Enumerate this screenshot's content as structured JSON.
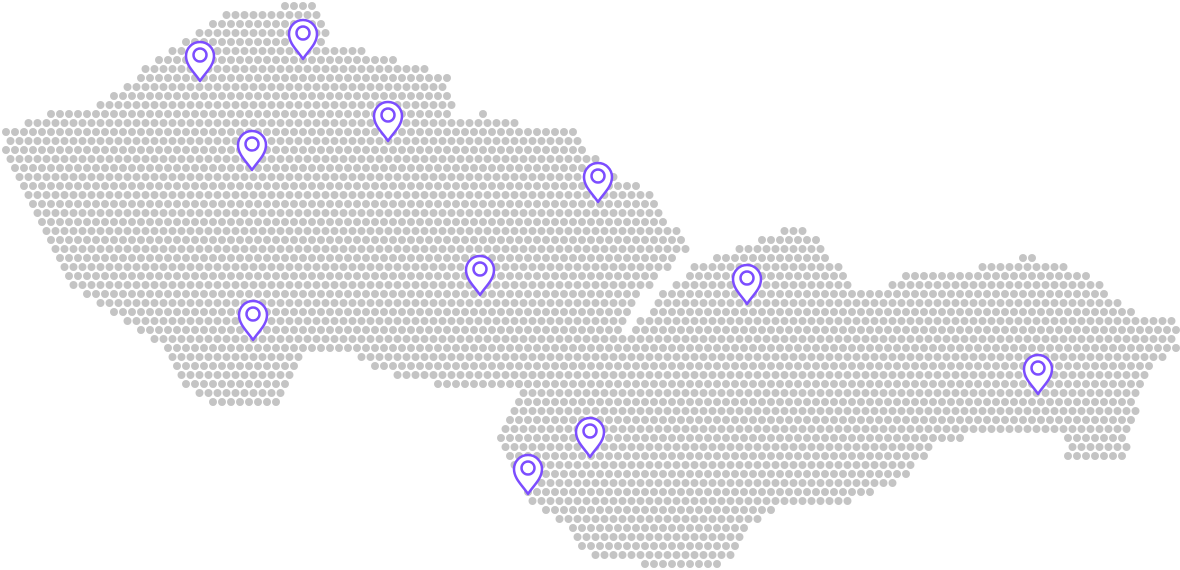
{
  "map": {
    "regions": [
      "czech-republic",
      "slovakia"
    ],
    "style": "dotted",
    "dot_color": "#c4c4c4",
    "pin_color": "#7c4dff",
    "pin_icon": "map-marker-icon",
    "pin_count": 11
  }
}
